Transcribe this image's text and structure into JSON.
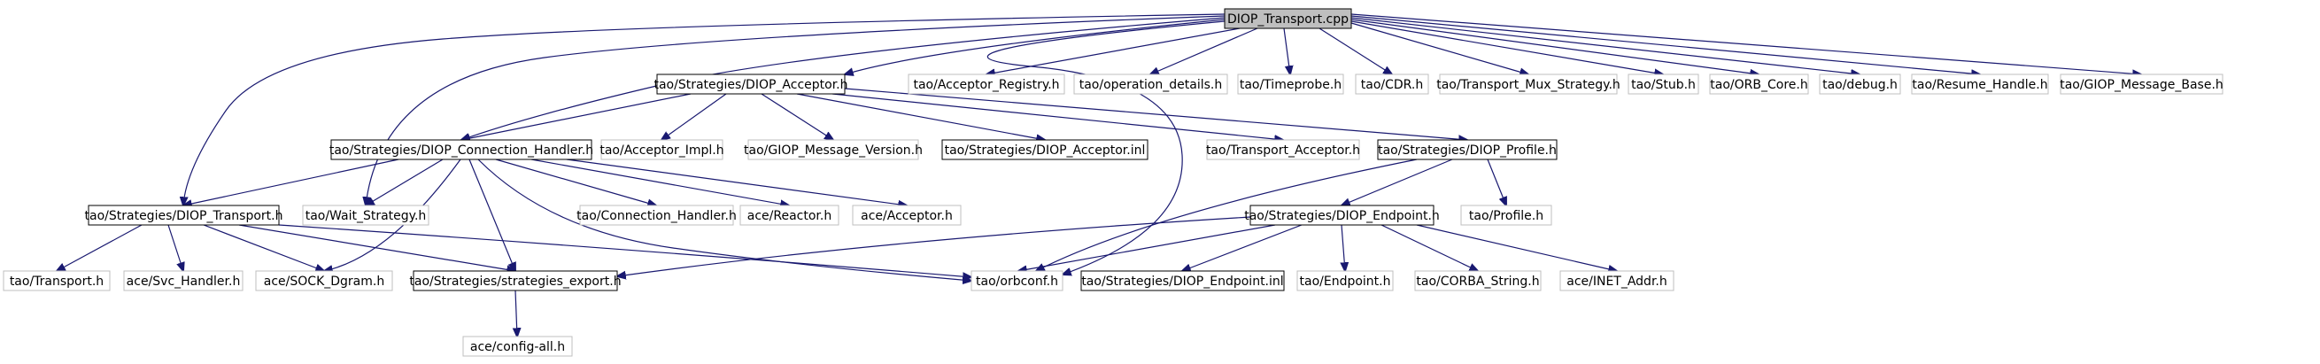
{
  "diagram": {
    "nodes": [
      {
        "id": "root",
        "label": "DIOP_Transport.cpp",
        "style": "root"
      },
      {
        "id": "acc",
        "label": "tao/Strategies/DIOP_Acceptor.h",
        "style": "solid"
      },
      {
        "id": "areg",
        "label": "tao/Acceptor_Registry.h",
        "style": "gray"
      },
      {
        "id": "opd",
        "label": "tao/operation_details.h",
        "style": "gray"
      },
      {
        "id": "tp",
        "label": "tao/Timeprobe.h",
        "style": "gray"
      },
      {
        "id": "cdr",
        "label": "tao/CDR.h",
        "style": "gray"
      },
      {
        "id": "tmux",
        "label": "tao/Transport_Mux_Strategy.h",
        "style": "gray"
      },
      {
        "id": "stub",
        "label": "tao/Stub.h",
        "style": "gray"
      },
      {
        "id": "orbc",
        "label": "tao/ORB_Core.h",
        "style": "gray"
      },
      {
        "id": "dbg",
        "label": "tao/debug.h",
        "style": "gray"
      },
      {
        "id": "rh",
        "label": "tao/Resume_Handle.h",
        "style": "gray"
      },
      {
        "id": "gmb",
        "label": "tao/GIOP_Message_Base.h",
        "style": "gray"
      },
      {
        "id": "ch",
        "label": "tao/Strategies/DIOP_Connection_Handler.h",
        "style": "solid"
      },
      {
        "id": "aimpl",
        "label": "tao/Acceptor_Impl.h",
        "style": "gray"
      },
      {
        "id": "gmv",
        "label": "tao/GIOP_Message_Version.h",
        "style": "gray"
      },
      {
        "id": "accinl",
        "label": "tao/Strategies/DIOP_Acceptor.inl",
        "style": "solid"
      },
      {
        "id": "tacc",
        "label": "tao/Transport_Acceptor.h",
        "style": "gray"
      },
      {
        "id": "prof",
        "label": "tao/Strategies/DIOP_Profile.h",
        "style": "solid"
      },
      {
        "id": "tr",
        "label": "tao/Strategies/DIOP_Transport.h",
        "style": "solid"
      },
      {
        "id": "ws",
        "label": "tao/Wait_Strategy.h",
        "style": "gray"
      },
      {
        "id": "conh",
        "label": "tao/Connection_Handler.h",
        "style": "gray"
      },
      {
        "id": "react",
        "label": "ace/Reactor.h",
        "style": "gray"
      },
      {
        "id": "aacc",
        "label": "ace/Acceptor.h",
        "style": "gray"
      },
      {
        "id": "ep",
        "label": "tao/Strategies/DIOP_Endpoint.h",
        "style": "solid"
      },
      {
        "id": "pr",
        "label": "tao/Profile.h",
        "style": "gray"
      },
      {
        "id": "ttr",
        "label": "tao/Transport.h",
        "style": "gray"
      },
      {
        "id": "svc",
        "label": "ace/Svc_Handler.h",
        "style": "gray"
      },
      {
        "id": "sock",
        "label": "ace/SOCK_Dgram.h",
        "style": "gray"
      },
      {
        "id": "se",
        "label": "tao/Strategies/strategies_export.h",
        "style": "solid"
      },
      {
        "id": "orbconf",
        "label": "tao/orbconf.h",
        "style": "gray"
      },
      {
        "id": "epinl",
        "label": "tao/Strategies/DIOP_Endpoint.inl",
        "style": "solid"
      },
      {
        "id": "tep",
        "label": "tao/Endpoint.h",
        "style": "gray"
      },
      {
        "id": "cstr",
        "label": "tao/CORBA_String.h",
        "style": "gray"
      },
      {
        "id": "inet",
        "label": "ace/INET_Addr.h",
        "style": "gray"
      },
      {
        "id": "cfg",
        "label": "ace/config-all.h",
        "style": "gray"
      }
    ]
  }
}
